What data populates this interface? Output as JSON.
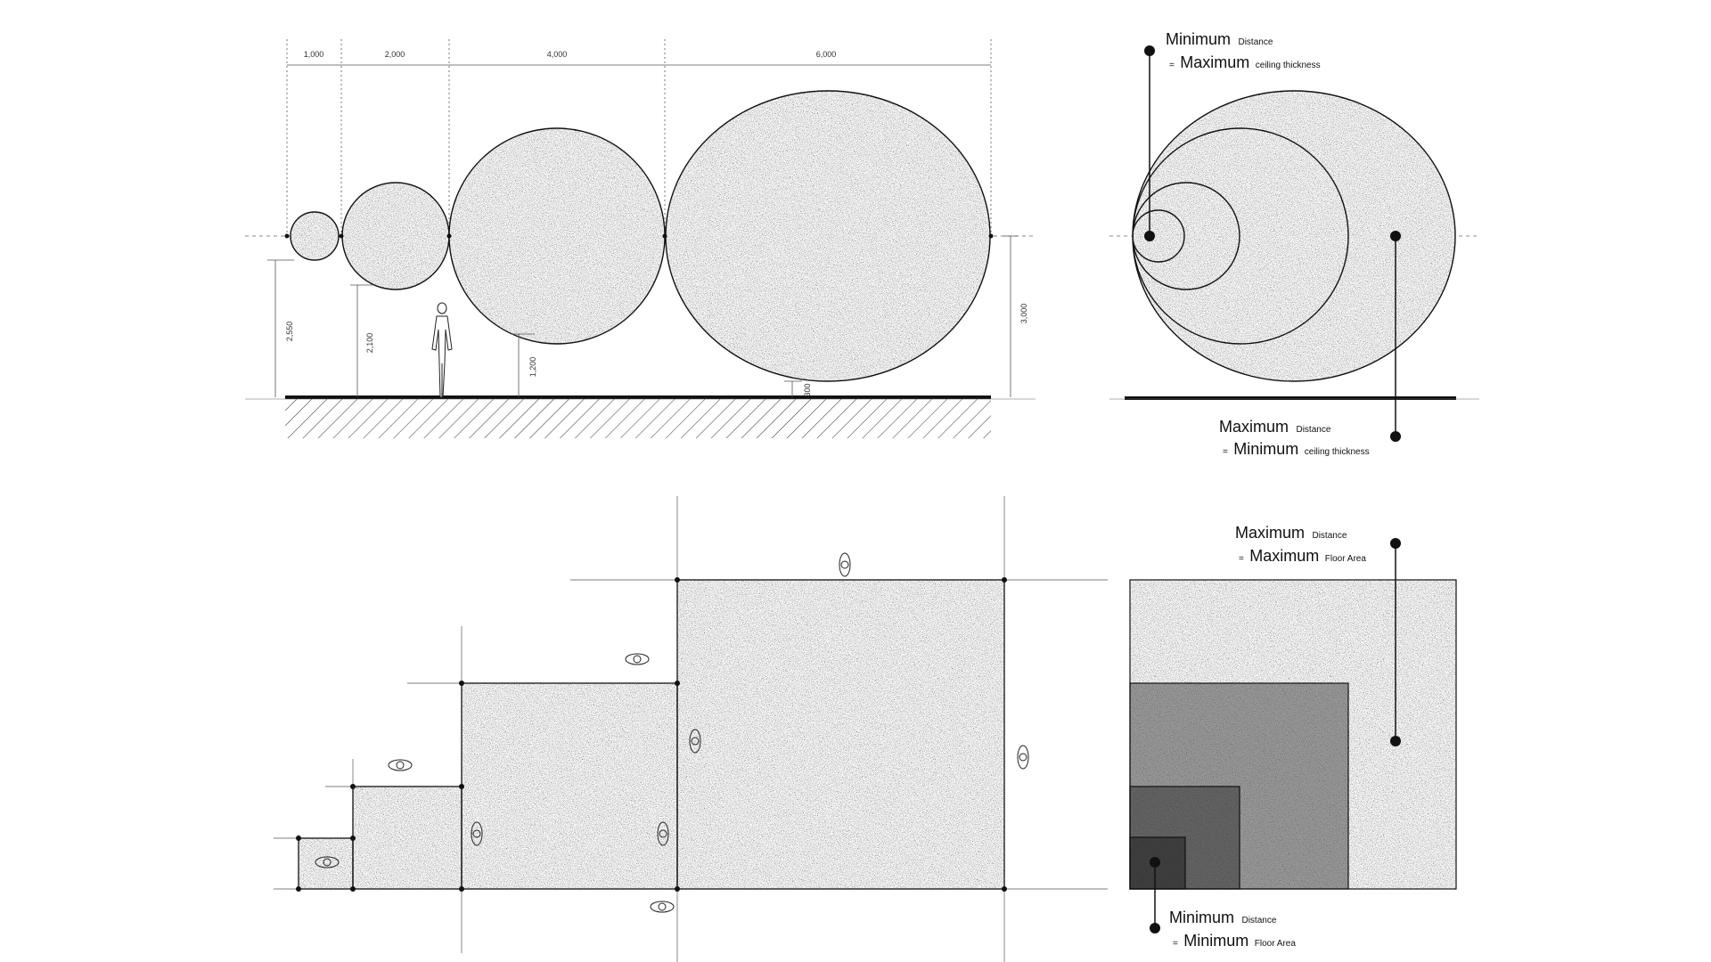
{
  "dimensions": {
    "widths": [
      "1,000",
      "2,000",
      "4,000",
      "6,000"
    ],
    "heights": [
      "2,550",
      "2,100",
      "1,200",
      "300",
      "3,000"
    ]
  },
  "labels": {
    "top_left": {
      "a_big": "Minimum",
      "a_small": "Distance",
      "b_prefix": "=",
      "b_big": "Maximum",
      "b_small": "ceiling thickness"
    },
    "top_right": {
      "a_big": "Maximum",
      "a_small": "Distance",
      "b_prefix": "=",
      "b_big": "Minimum",
      "b_small": "ceiling thickness"
    },
    "bottom_top": {
      "a_big": "Maximum",
      "a_small": "Distance",
      "b_prefix": "=",
      "b_big": "Maximum",
      "b_small": "Floor Area"
    },
    "bottom_bottom": {
      "a_big": "Minimum",
      "a_small": "Distance",
      "b_prefix": "=",
      "b_big": "Minimum",
      "b_small": "Floor Area"
    }
  },
  "colors": {
    "stipple_base": "#a9a9a9",
    "shade_1": "#6f6f6f",
    "shade_2": "#4e4e4e",
    "shade_3": "#303030",
    "line": "#111111"
  },
  "icons": [
    "human-figure-icon",
    "eye-icon"
  ]
}
